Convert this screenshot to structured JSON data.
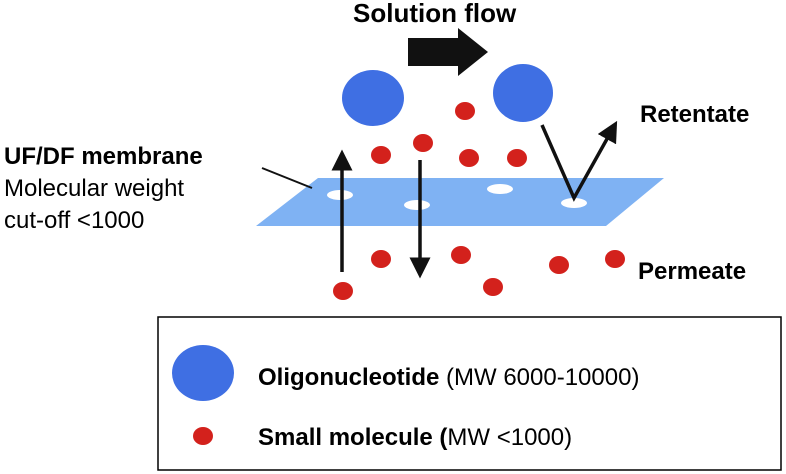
{
  "labels": {
    "solution_flow": "Solution flow",
    "retentate": "Retentate",
    "permeate": "Permeate",
    "membrane_title": "UF/DF membrane",
    "membrane_line1": "Molecular weight",
    "membrane_line2": "cut-off <1000"
  },
  "legend": {
    "oligo_name": "Oligonucleotide",
    "oligo_mw": " (MW 6000-10000)",
    "small_name": "Small molecule (",
    "small_mw": "MW <1000)"
  },
  "colors": {
    "oligonucleotide": "#3f6fe3",
    "small_molecule": "#d3211c",
    "membrane": "#7fb2f3",
    "arrow": "#111111"
  }
}
